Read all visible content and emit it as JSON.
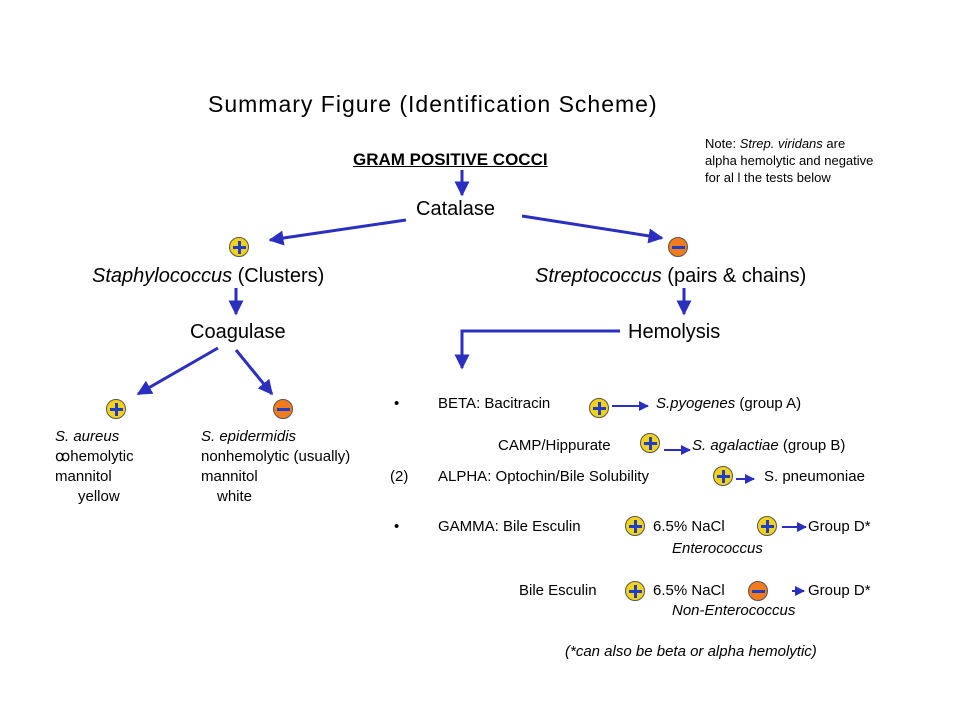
{
  "title": "Summary Figure (Identification Scheme)",
  "note": {
    "prefix": "Note: ",
    "species": "Strep. viridans",
    "rest": " are alpha hemolytic and negative for al l the tests below"
  },
  "root": "GRAM POSITIVE COCCI",
  "catalase": "Catalase",
  "staph": {
    "genus": "Staphylococcus",
    "desc": " (Clusters)"
  },
  "strep": {
    "genus": "Streptococcus",
    "desc": " (pairs & chains)"
  },
  "coagulase": "Coagulase",
  "hemolysis": "Hemolysis",
  "aureus": {
    "name": "S. aureus",
    "l2_sym": "ꝏ",
    "l2": "hemolytic",
    "l3": "mannitol",
    "l4": "yellow"
  },
  "epidermidis": {
    "name": "S. epidermidis",
    "l2": "nonhemolytic (usually)",
    "l3": "mannitol",
    "l4": "white"
  },
  "beta": {
    "bullet": "•",
    "label": "BETA:  Bacitracin",
    "result_species": "S.pyogenes",
    "result_group": " (group A)"
  },
  "camp": {
    "label": "CAMP/Hippurate",
    "result_species": "S. agalactiae",
    "result_group": " (group B)"
  },
  "alpha": {
    "bullet": "(2)",
    "label": "ALPHA:  Optochin/Bile Solubility",
    "result": "S. pneumoniae"
  },
  "gamma": {
    "bullet": "•",
    "label": "GAMMA:  Bile Esculin",
    "nacl": "6.5% NaCl",
    "group": "Group D*",
    "sub": "Enterococcus"
  },
  "gamma2": {
    "label": "Bile Esculin",
    "nacl": "6.5% NaCl",
    "group": "Group D*",
    "sub": "Non-Enterococcus"
  },
  "footnote": "(*can also be beta or alpha hemolytic)",
  "colors": {
    "arrow": "#2b2fc0",
    "plus_fill": "#f4d21a",
    "minus_fill": "#f27b1e",
    "sign_mark": "#1f3ec7"
  },
  "signs": {
    "catalase_pos": "plus",
    "catalase_neg": "minus",
    "coag_pos": "plus",
    "coag_neg": "minus",
    "beta": "plus",
    "camp": "plus",
    "alpha": "plus",
    "gamma_be": "plus",
    "gamma_nacl": "plus",
    "gamma2_be": "plus",
    "gamma2_nacl": "minus"
  }
}
